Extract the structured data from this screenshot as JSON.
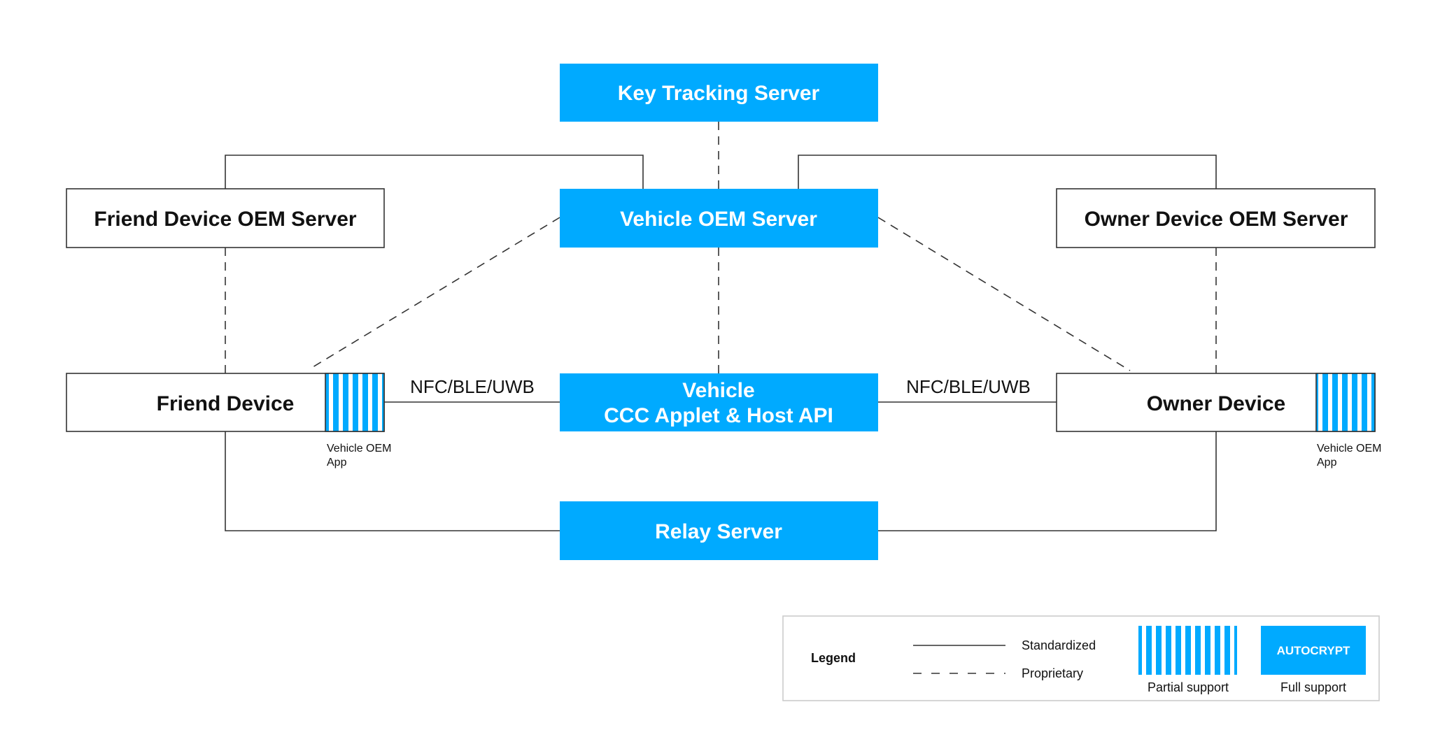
{
  "colors": {
    "accent": "#00AAFF",
    "border": "#333333",
    "line": "#333333",
    "text_dark": "#111111",
    "text_light": "#ffffff",
    "legend_border": "#cccccc"
  },
  "nodes": {
    "key_tracking_server": "Key Tracking Server",
    "vehicle_oem_server": "Vehicle OEM Server",
    "friend_device_oem_server": "Friend Device OEM Server",
    "owner_device_oem_server": "Owner Device OEM Server",
    "friend_device": "Friend Device",
    "owner_device": "Owner Device",
    "vehicle_line1": "Vehicle",
    "vehicle_line2": "CCC Applet & Host API",
    "relay_server": "Relay Server"
  },
  "app_labels": {
    "friend_line1": "Vehicle OEM",
    "friend_line2": "App",
    "owner_line1": "Vehicle OEM",
    "owner_line2": "App"
  },
  "links": {
    "left": "NFC/BLE/UWB",
    "right": "NFC/BLE/UWB"
  },
  "legend": {
    "title": "Legend",
    "standardized": "Standardized",
    "proprietary": "Proprietary",
    "partial": "Partial support",
    "full": "Full support",
    "brand": "AUTOCRYPT"
  }
}
